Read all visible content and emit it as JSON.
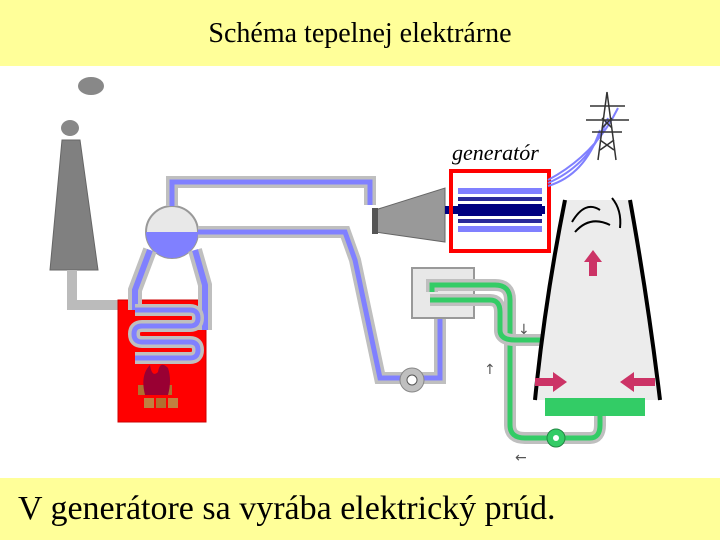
{
  "title": "Schéma tepelnej elektrárne",
  "labels": {
    "generator": "generatór"
  },
  "caption": "V generátore sa vyrába elektrický prúd.",
  "colors": {
    "header_bg": "#ffff99",
    "boiler": "#ff0000",
    "steam_pipe": "#8080ff",
    "cooling_water": "#33cc66",
    "cooling_tower": "#e0e0e0",
    "generator_highlight": "#ff0000",
    "chimney": "#808080",
    "air_arrows": "#cc3366"
  }
}
